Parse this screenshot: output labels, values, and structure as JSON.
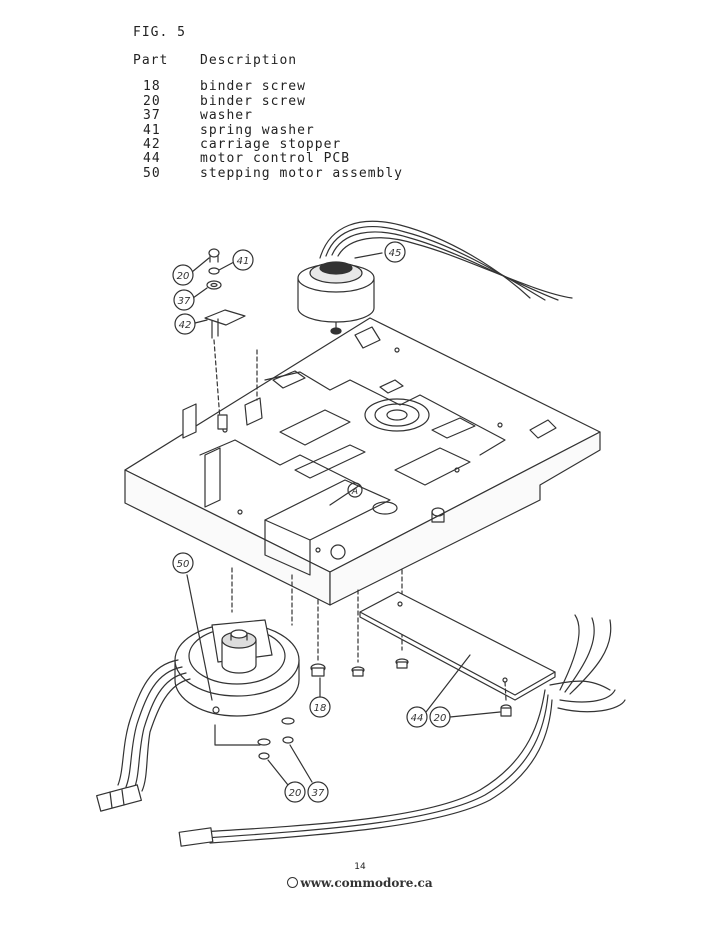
{
  "figure_label": "FIG. 5",
  "table": {
    "header_part": "Part",
    "header_description": "Description",
    "rows": [
      {
        "part": "18",
        "description": "binder screw"
      },
      {
        "part": "20",
        "description": "binder screw"
      },
      {
        "part": "37",
        "description": "washer"
      },
      {
        "part": "41",
        "description": "spring washer"
      },
      {
        "part": "42",
        "description": "carriage stopper"
      },
      {
        "part": "44",
        "description": "motor control PCB"
      },
      {
        "part": "50",
        "description": "stepping motor assembly"
      }
    ]
  },
  "callouts": {
    "c45": "45",
    "c20_top": "20",
    "c41": "41",
    "c37_top": "37",
    "c42": "42",
    "c50": "50",
    "c18": "18",
    "c44": "44",
    "c20_right": "20",
    "c20_bottom": "20",
    "c37_bottom": "37"
  },
  "page_number": "14",
  "footer_url": "www.commodore.ca"
}
